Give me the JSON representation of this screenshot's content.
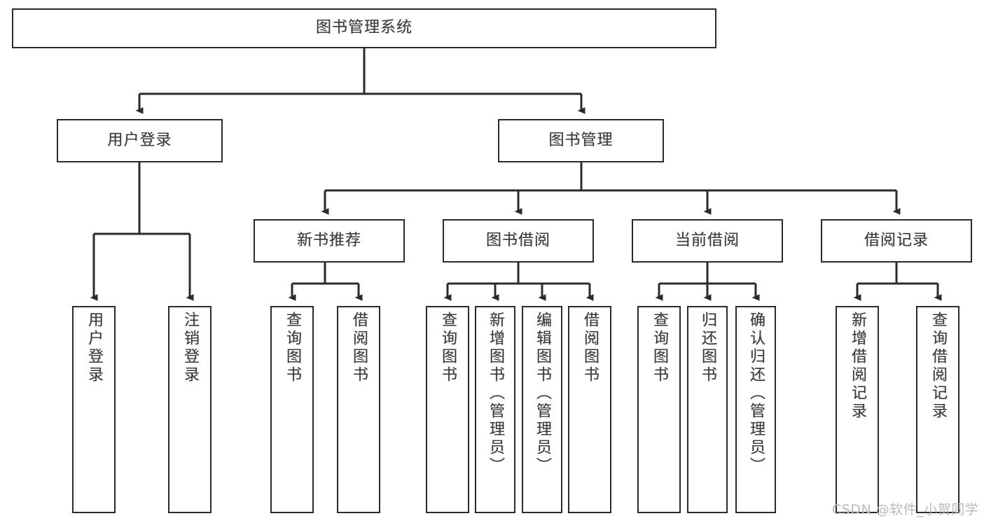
{
  "diagram": {
    "type": "tree-hierarchy-chart",
    "title": "图书管理系统",
    "stroke_color": "#2b2b2b",
    "text_color": "#3b3b3b",
    "background_color": "#ffffff",
    "levels": {
      "level1": [
        {
          "id": "root",
          "label": "图书管理系统",
          "orientation": "horizontal"
        }
      ],
      "level2": [
        {
          "id": "user-login",
          "label": "用户登录",
          "orientation": "horizontal",
          "parent": "root"
        },
        {
          "id": "book-management",
          "label": "图书管理",
          "orientation": "horizontal",
          "parent": "root"
        }
      ],
      "level3": [
        {
          "id": "new-book-recommend",
          "label": "新书推荐",
          "orientation": "horizontal",
          "parent": "book-management"
        },
        {
          "id": "book-borrow",
          "label": "图书借阅",
          "orientation": "horizontal",
          "parent": "book-management"
        },
        {
          "id": "current-borrow",
          "label": "当前借阅",
          "orientation": "horizontal",
          "parent": "book-management"
        },
        {
          "id": "borrow-record",
          "label": "借阅记录",
          "orientation": "horizontal",
          "parent": "book-management"
        }
      ],
      "level4": [
        {
          "id": "leaf-user-login",
          "label": "用户登录",
          "orientation": "vertical",
          "parent": "user-login"
        },
        {
          "id": "leaf-logout",
          "label": "注销登录",
          "orientation": "vertical",
          "parent": "user-login"
        },
        {
          "id": "leaf-query-book-1",
          "label": "查询图书",
          "orientation": "vertical",
          "parent": "new-book-recommend"
        },
        {
          "id": "leaf-borrow-book-1",
          "label": "借阅图书",
          "orientation": "vertical",
          "parent": "new-book-recommend"
        },
        {
          "id": "leaf-query-book-2",
          "label": "查询图书",
          "orientation": "vertical",
          "parent": "book-borrow"
        },
        {
          "id": "leaf-add-book",
          "label": "新增图书（管理员）",
          "orientation": "vertical",
          "parent": "book-borrow"
        },
        {
          "id": "leaf-edit-book",
          "label": "编辑图书（管理员）",
          "orientation": "vertical",
          "parent": "book-borrow"
        },
        {
          "id": "leaf-borrow-book-2",
          "label": "借阅图书",
          "orientation": "vertical",
          "parent": "book-borrow"
        },
        {
          "id": "leaf-query-book-3",
          "label": "查询图书",
          "orientation": "vertical",
          "parent": "current-borrow"
        },
        {
          "id": "leaf-return-book",
          "label": "归还图书",
          "orientation": "vertical",
          "parent": "current-borrow"
        },
        {
          "id": "leaf-confirm-return",
          "label": "确认归还（管理员）",
          "orientation": "vertical",
          "parent": "current-borrow"
        },
        {
          "id": "leaf-add-record",
          "label": "新增借阅记录",
          "orientation": "vertical",
          "parent": "borrow-record"
        },
        {
          "id": "leaf-query-record",
          "label": "查询借阅记录",
          "orientation": "vertical",
          "parent": "borrow-record"
        }
      ]
    }
  },
  "watermark": {
    "text": "CSDN @软件_小贺同学"
  }
}
